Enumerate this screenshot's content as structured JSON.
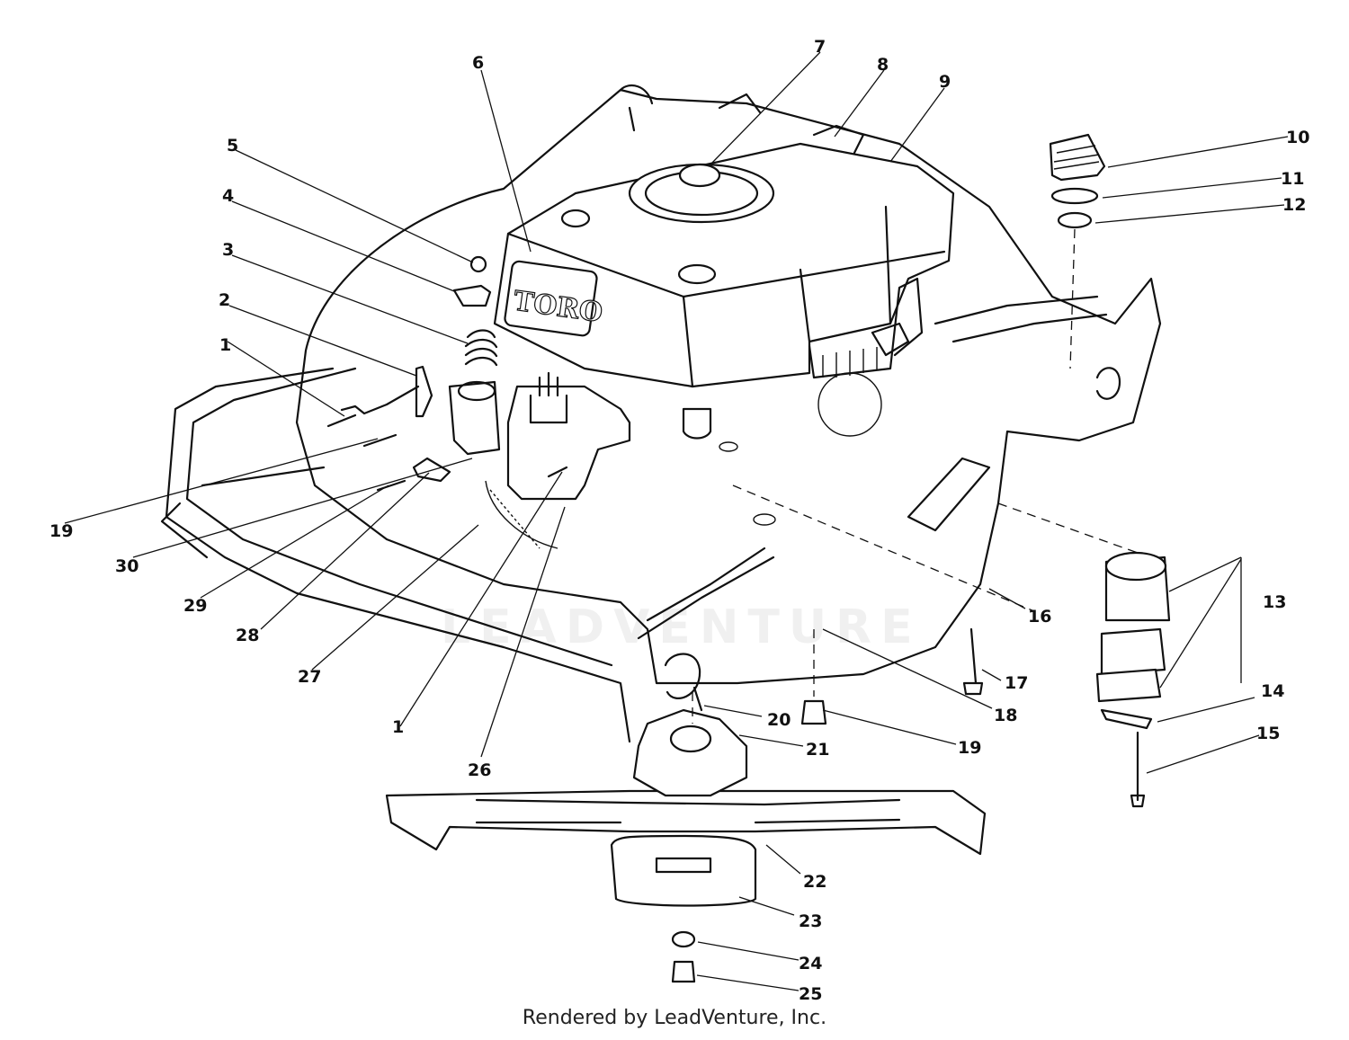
{
  "brand_label": "TORO",
  "watermark": "LEADVENTURE",
  "footer": "Rendered by LeadVenture, Inc.",
  "callouts": [
    {
      "id": "c1a",
      "label": "1"
    },
    {
      "id": "c2",
      "label": "2"
    },
    {
      "id": "c3",
      "label": "3"
    },
    {
      "id": "c4",
      "label": "4"
    },
    {
      "id": "c5",
      "label": "5"
    },
    {
      "id": "c6",
      "label": "6"
    },
    {
      "id": "c7",
      "label": "7"
    },
    {
      "id": "c8",
      "label": "8"
    },
    {
      "id": "c9",
      "label": "9"
    },
    {
      "id": "c10",
      "label": "10"
    },
    {
      "id": "c11",
      "label": "11"
    },
    {
      "id": "c12",
      "label": "12"
    },
    {
      "id": "c13",
      "label": "13"
    },
    {
      "id": "c14",
      "label": "14"
    },
    {
      "id": "c15",
      "label": "15"
    },
    {
      "id": "c16",
      "label": "16"
    },
    {
      "id": "c17",
      "label": "17"
    },
    {
      "id": "c18",
      "label": "18"
    },
    {
      "id": "c19a",
      "label": "19"
    },
    {
      "id": "c19b",
      "label": "19"
    },
    {
      "id": "c20",
      "label": "20"
    },
    {
      "id": "c21",
      "label": "21"
    },
    {
      "id": "c22",
      "label": "22"
    },
    {
      "id": "c23",
      "label": "23"
    },
    {
      "id": "c24",
      "label": "24"
    },
    {
      "id": "c25",
      "label": "25"
    },
    {
      "id": "c26",
      "label": "26"
    },
    {
      "id": "c27",
      "label": "27"
    },
    {
      "id": "c28",
      "label": "28"
    },
    {
      "id": "c29",
      "label": "29"
    },
    {
      "id": "c30",
      "label": "30"
    },
    {
      "id": "c1b",
      "label": "1"
    }
  ]
}
